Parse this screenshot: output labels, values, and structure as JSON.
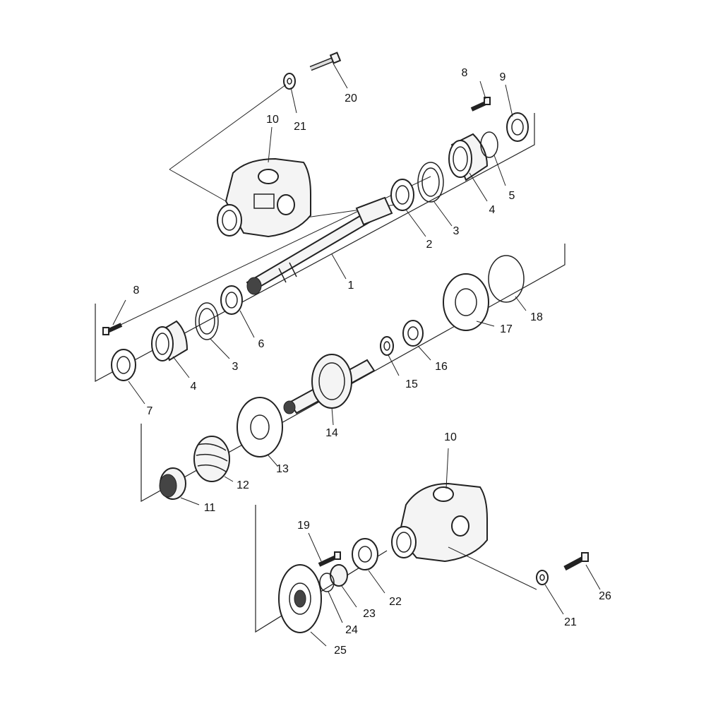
{
  "diagram": {
    "callouts": {
      "c1": "1",
      "c2": "2",
      "c3a": "3",
      "c3b": "3",
      "c4a": "4",
      "c4b": "4",
      "c5": "5",
      "c6": "6",
      "c7": "7",
      "c8a": "8",
      "c8b": "8",
      "c9": "9",
      "c10a": "10",
      "c10b": "10",
      "c11": "11",
      "c12": "12",
      "c13": "13",
      "c14": "14",
      "c15": "15",
      "c16": "16",
      "c17": "17",
      "c18": "18",
      "c19": "19",
      "c20": "20",
      "c21a": "21",
      "c21b": "21",
      "c22": "22",
      "c23": "23",
      "c24": "24",
      "c25": "25",
      "c26": "26"
    }
  }
}
